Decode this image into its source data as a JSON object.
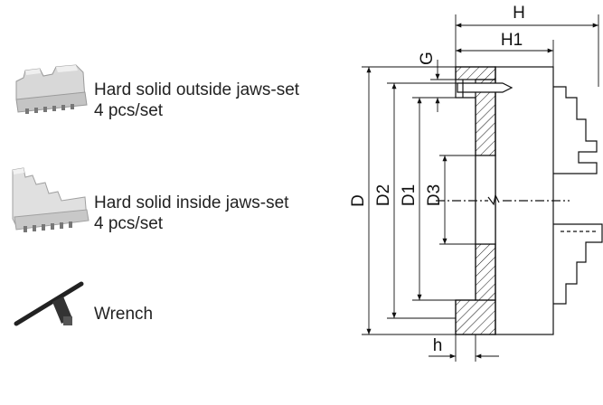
{
  "accessories": [
    {
      "icon": "outside-jaws-icon",
      "title": "Hard solid outside jaws-set",
      "subtitle": "4 pcs/set"
    },
    {
      "icon": "inside-jaws-icon",
      "title": "Hard solid inside jaws-set",
      "subtitle": "4 pcs/set"
    },
    {
      "icon": "wrench-icon",
      "title": "Wrench",
      "subtitle": ""
    }
  ],
  "dimensions": {
    "H": "H",
    "H1": "H1",
    "G": "G",
    "D": "D",
    "D2": "D2",
    "D1": "D1",
    "D3": "D3",
    "h": "h"
  },
  "colors": {
    "line": "#111111",
    "jaw_light": "#e6e6e6",
    "jaw_shade": "#b9b9b9"
  }
}
